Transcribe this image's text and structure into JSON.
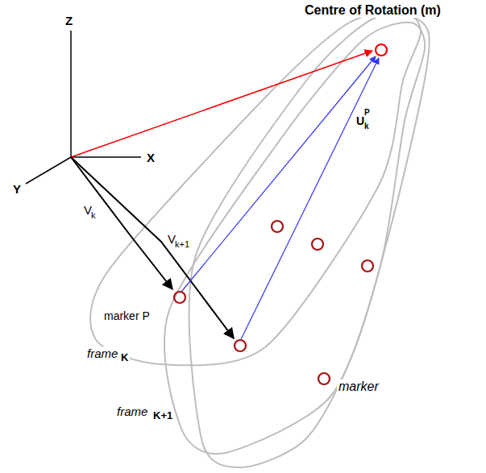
{
  "diagram": {
    "labels": [
      "Centre of Rotation (m)",
      "Z",
      "X",
      "Y",
      "V",
      "k",
      "V",
      "k+1",
      "U",
      "k",
      "P",
      "marker P",
      "frame",
      "K",
      "frame",
      "K+1",
      "marker"
    ]
  }
}
